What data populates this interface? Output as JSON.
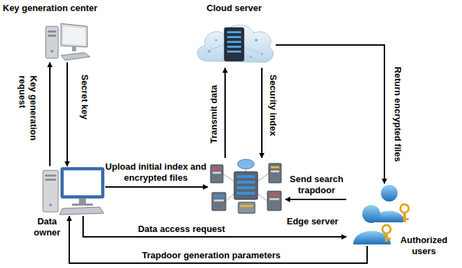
{
  "diagram": {
    "nodes": [
      {
        "text": [
          "Key generation center"
        ]
      },
      {
        "text": [
          "Cloud server"
        ]
      },
      {
        "text": [
          "Data owner"
        ]
      },
      {
        "text": [
          "Edge server"
        ]
      },
      {
        "text": [
          "Authorized users"
        ]
      }
    ],
    "edges": [
      {
        "from": 2,
        "to": 0,
        "label": "Key generation request",
        "arrow": "to"
      },
      {
        "from": 0,
        "to": 2,
        "label": "Secret key",
        "arrow": "to"
      },
      {
        "from": 2,
        "to": 3,
        "label": "Upload initial index and encrypted files",
        "arrow": "to"
      },
      {
        "from": 3,
        "to": 1,
        "label": "Transmit data",
        "arrow": "to"
      },
      {
        "from": 1,
        "to": 3,
        "label": "Security index",
        "arrow": "to"
      },
      {
        "from": 1,
        "to": 4,
        "label": "Return encrypted files",
        "arrow": "to"
      },
      {
        "from": 4,
        "to": 3,
        "label": "Send search trapdoor",
        "arrow": "to"
      },
      {
        "from": 2,
        "to": 4,
        "label": "Data access request",
        "arrow": "to"
      },
      {
        "from": 4,
        "to": 2,
        "label": "Trapdoor generation parameters",
        "arrow": "to"
      }
    ]
  }
}
